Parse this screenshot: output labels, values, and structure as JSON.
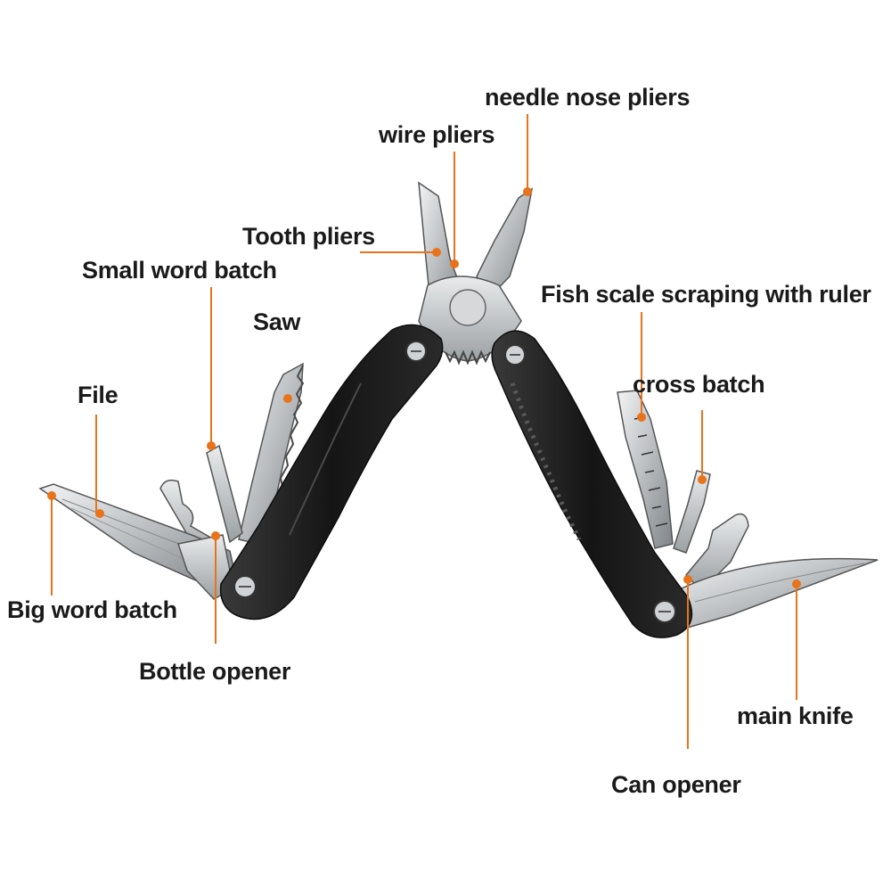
{
  "colors": {
    "accent": "#e8731a",
    "handle": "#1b1b1b",
    "steel": "#c9ccce",
    "steel_dark": "#8e9396",
    "text": "#1a1a1a"
  },
  "labels": {
    "needle_nose_pliers": "needle nose pliers",
    "wire_pliers": "wire pliers",
    "tooth_pliers": "Tooth pliers",
    "small_word_batch": "Small word batch",
    "saw": "Saw",
    "fish_scale": "Fish scale scraping with ruler",
    "cross_batch": "cross batch",
    "file": "File",
    "big_word_batch": "Big word batch",
    "bottle_opener": "Bottle opener",
    "main_knife": "main knife",
    "can_opener": "Can opener"
  }
}
